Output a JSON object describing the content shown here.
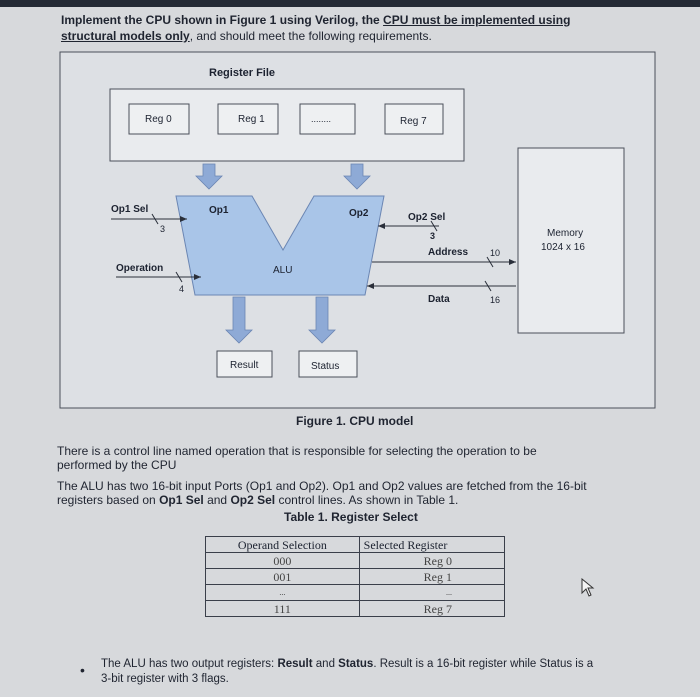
{
  "question": {
    "intro": "Implement the CPU shown in Figure 1 using Verilog, the",
    "cpu_must": "CPU must be implemented using",
    "structural": "structural models only",
    "after": ", and should meet the following requirements."
  },
  "figure": {
    "register_file": "Register File",
    "reg0": "Reg 0",
    "reg1": "Reg 1",
    "reg_dots": "........",
    "reg7": "Reg 7",
    "op1_sel": "Op1 Sel",
    "op1_sel_width": "3",
    "operation": "Operation",
    "operation_width": "4",
    "op1": "Op1",
    "op2": "Op2",
    "alu": "ALU",
    "op2_sel": "Op2 Sel",
    "op2_sel_width": "3",
    "address": "Address",
    "address_width": "10",
    "data": "Data",
    "data_width": "16",
    "memory": "Memory",
    "memory_size": "1024 x 16",
    "result": "Result",
    "status": "Status",
    "caption": "Figure 1. CPU model"
  },
  "paragraphs": {
    "p1_line1": "There is a control line named operation that is responsible for selecting the operation to be",
    "p1_line2": "performed by the CPU",
    "p2_line1": "The ALU has two 16-bit input Ports (Op1 and Op2). Op1 and Op2 values are fetched from the 16-bit",
    "p2_line2_a": "registers based on ",
    "p2_line2_b": "Op1 Sel",
    "p2_line2_c": " and ",
    "p2_line2_d": "Op2 Sel",
    "p2_line2_e": " control lines. As shown in Table 1."
  },
  "table": {
    "caption": "Table 1. Register Select",
    "headers": [
      "Operand Selection",
      "Selected Register"
    ],
    "rows": [
      [
        "000",
        "Reg 0"
      ],
      [
        "001",
        "Reg 1"
      ],
      [
        "...",
        "..."
      ],
      [
        "111",
        "Reg 7"
      ]
    ]
  },
  "bullet": {
    "symbol": "•",
    "line1_a": "The ALU has two output registers: ",
    "line1_b": "Result",
    "line1_c": " and ",
    "line1_d": "Status",
    "line1_e": ". Result is a 16-bit register while Status is a",
    "line2": "3-bit register with 3 flags."
  },
  "colors": {
    "arrow_fill": "#8eaad6",
    "alu_fill": "#a9c5e8",
    "box_fill": "#e9ebee"
  }
}
